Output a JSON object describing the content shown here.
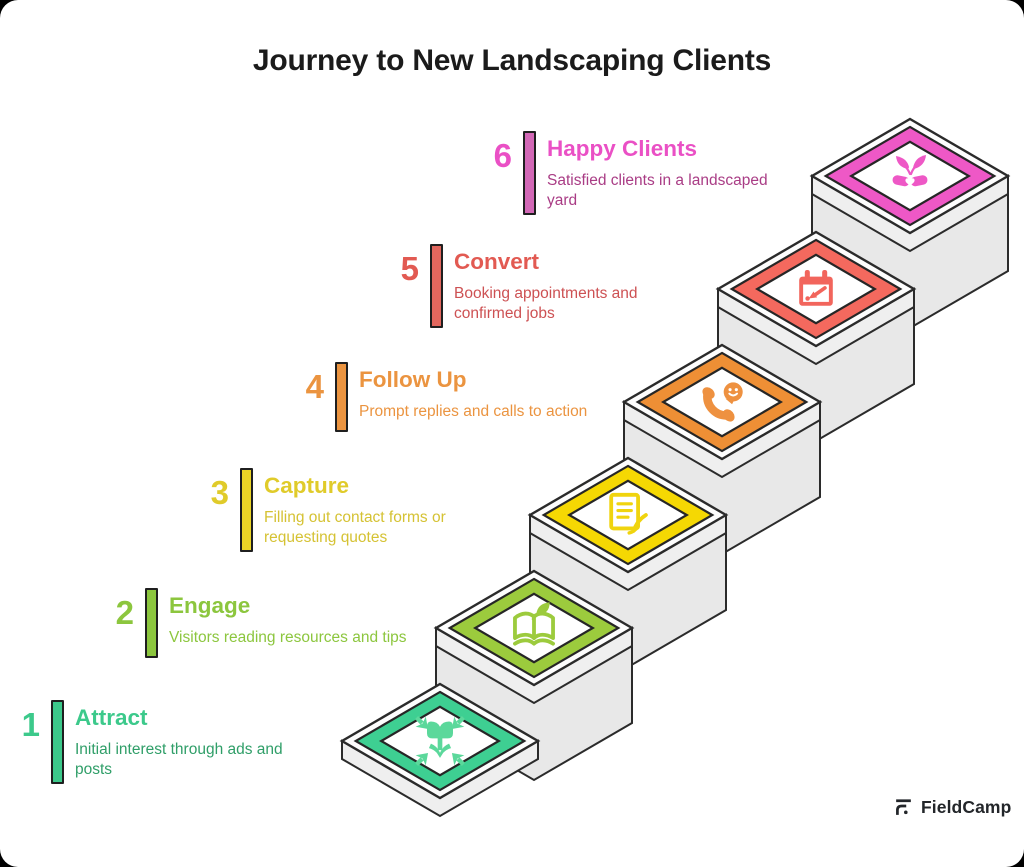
{
  "page": {
    "title": "Journey to New Landscaping Clients"
  },
  "brand": {
    "name": "FieldCamp",
    "icon": "fieldcamp-logo-icon",
    "text_color": "#23262a"
  },
  "structure": {
    "stair_fill": "#fdfdfd",
    "side_fill": "#efefef",
    "skirt_fill": "#e8e8e8",
    "outline": "#2b2b2b"
  },
  "steps": [
    {
      "num": "1",
      "title": "Attract",
      "desc": "Initial interest through ads and posts",
      "color": "#3cc98b",
      "desc_color": "#2f9e68",
      "bar_color": "#3cc98b",
      "diamond_color": "#3ecf92",
      "icon": "attract-converge-arrows-flower-icon",
      "icon_color": "#5bd89b"
    },
    {
      "num": "2",
      "title": "Engage",
      "desc": "Visitors reading resources and tips",
      "color": "#8cc63e",
      "desc_color": "#8cc63e",
      "bar_color": "#8cc63e",
      "diamond_color": "#9ccb3d",
      "icon": "engage-open-book-leaf-icon",
      "icon_color": "#9ccb3d"
    },
    {
      "num": "3",
      "title": "Capture",
      "desc": "Filling out contact forms or requesting quotes",
      "color": "#e0cb2a",
      "desc_color": "#d5c233",
      "bar_color": "#ecd526",
      "diamond_color": "#f5d803",
      "icon": "capture-form-hand-icon",
      "icon_color": "#f0d40e"
    },
    {
      "num": "4",
      "title": "Follow Up",
      "desc": "Prompt replies and calls to action",
      "color": "#eb9440",
      "desc_color": "#eb9440",
      "bar_color": "#eb9440",
      "diamond_color": "#ee8f35",
      "icon": "follow-up-phone-smiley-icon",
      "icon_color": "#ee9140"
    },
    {
      "num": "5",
      "title": "Convert",
      "desc": "Booking appointments and confirmed jobs",
      "color": "#e25a52",
      "desc_color": "#cd5153",
      "bar_color": "#e2675e",
      "diamond_color": "#f4695e",
      "icon": "convert-calendar-booking-icon",
      "icon_color": "#f2655c"
    },
    {
      "num": "6",
      "title": "Happy Clients",
      "desc": "Satisfied clients in a landscaped yard",
      "color": "#ea50c5",
      "desc_color": "#a93c85",
      "bar_color": "#d268b6",
      "diamond_color": "#ee58c6",
      "icon": "happy-clients-handshake-leaves-icon",
      "icon_color": "#ee58c6"
    }
  ]
}
